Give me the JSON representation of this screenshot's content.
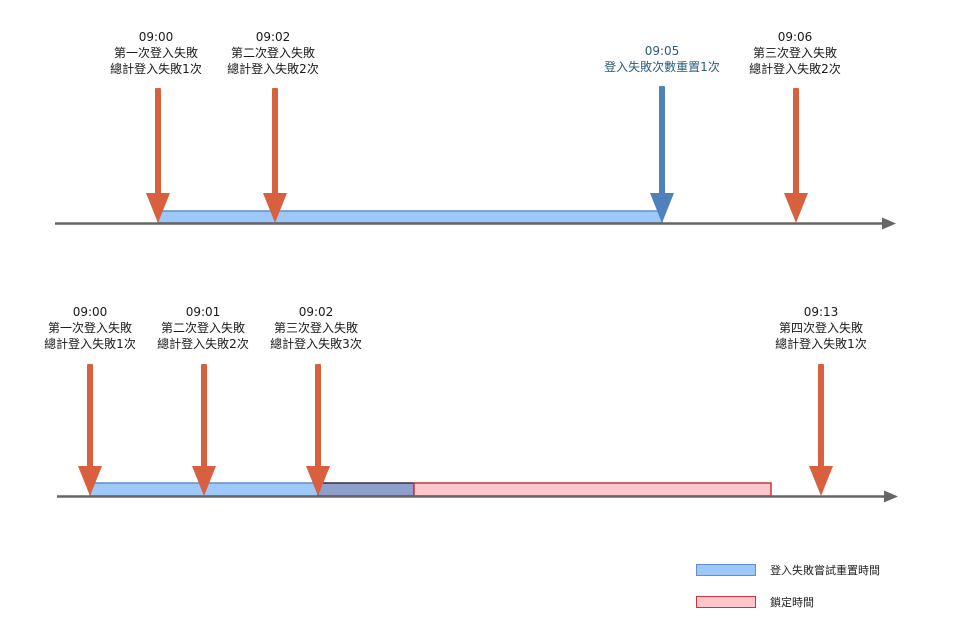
{
  "colors": {
    "fail_arrow": "#D9603F",
    "reset_arrow": "#4F81BD",
    "axis": "#666666",
    "reset_bar_fill": "#9DC8F7",
    "reset_bar_stroke": "#5D8FD4",
    "lock_bar_fill": "#FFC7CC",
    "lock_bar_stroke": "#D0323A",
    "overlap_fill": "#8E9FCB",
    "overlap_stroke": "#3A2A4A"
  },
  "timeline1": {
    "events": [
      {
        "time": "09:00",
        "line1": "第一次登入失敗",
        "line2": "總計登入失敗1次",
        "type": "fail"
      },
      {
        "time": "09:02",
        "line1": "第二次登入失敗",
        "line2": "總計登入失敗2次",
        "type": "fail"
      },
      {
        "time": "09:05",
        "line1": "登入失敗次數重置1次",
        "line2": "",
        "type": "reset"
      },
      {
        "time": "09:06",
        "line1": "第三次登入失敗",
        "line2": "總計登入失敗2次",
        "type": "fail"
      }
    ]
  },
  "timeline2": {
    "events": [
      {
        "time": "09:00",
        "line1": "第一次登入失敗",
        "line2": "總計登入失敗1次",
        "type": "fail"
      },
      {
        "time": "09:01",
        "line1": "第二次登入失敗",
        "line2": "總計登入失敗2次",
        "type": "fail"
      },
      {
        "time": "09:02",
        "line1": "第三次登入失敗",
        "line2": "總計登入失敗3次",
        "type": "fail"
      },
      {
        "time": "09:13",
        "line1": "第四次登入失敗",
        "line2": "總計登入失敗1次",
        "type": "fail"
      }
    ]
  },
  "legend": {
    "items": [
      {
        "label": "登入失敗嘗試重置時間",
        "kind": "reset-window"
      },
      {
        "label": "鎖定時間",
        "kind": "lockout"
      }
    ]
  }
}
